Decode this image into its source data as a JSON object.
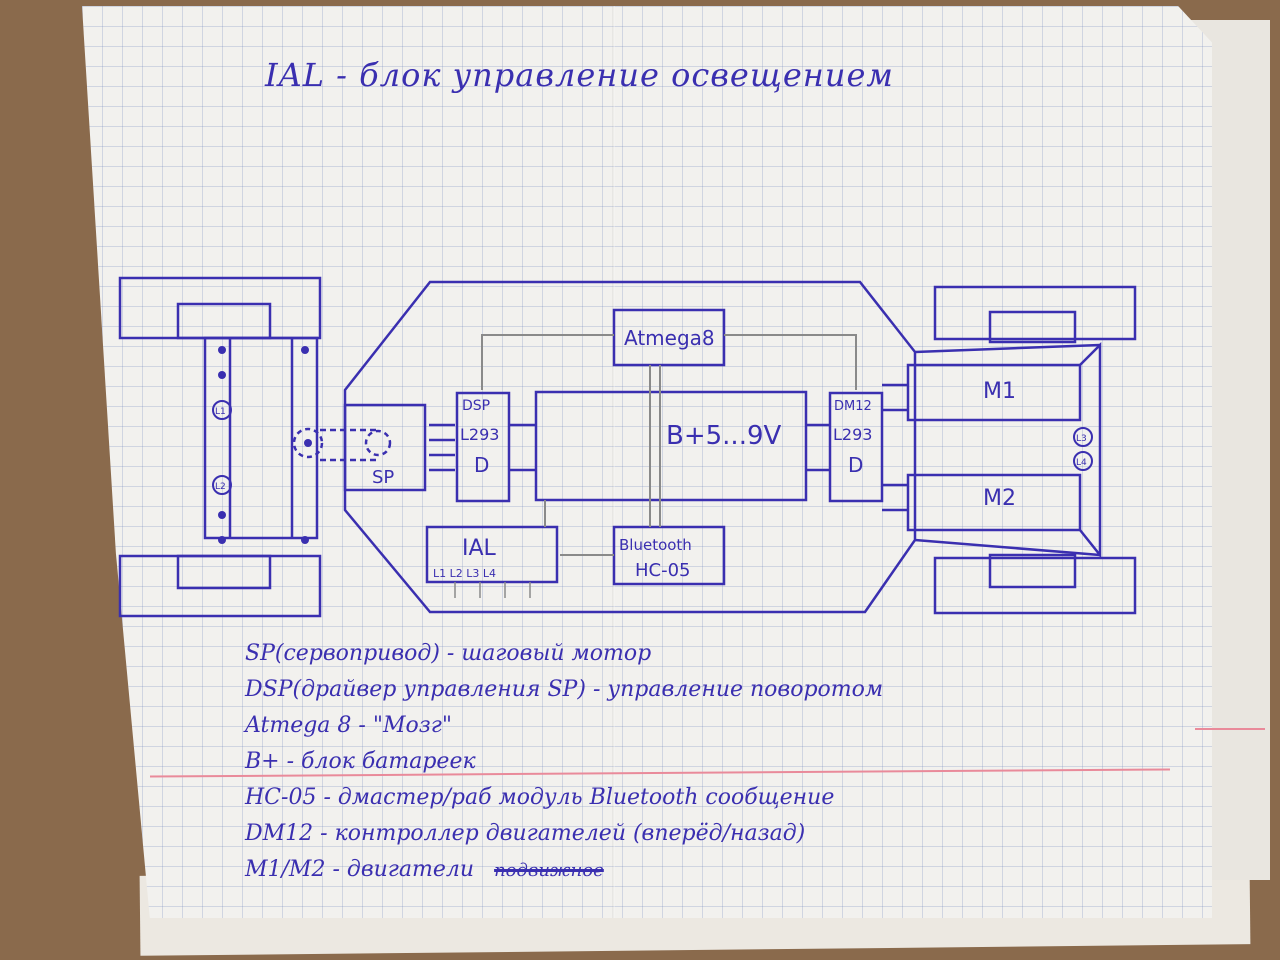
{
  "title": "IAL - блок управление освещением",
  "blocks": {
    "atmega": "Atmega8",
    "power": "B+5...9V",
    "dsp_top": "DSP",
    "dsp_chip": "L293",
    "dsp_bottom": "D",
    "sp": "SP",
    "dm_top": "DM12",
    "dm_chip": "L293",
    "dm_bottom": "D",
    "ial": "IAL",
    "ial_sub": "L1 L2 L3 L4",
    "bt_top": "Bluetooth",
    "bt_bottom": "HC-05",
    "m1": "M1",
    "m2": "M2",
    "left_l1": "L1",
    "left_l2": "L2",
    "right_l3": "L3",
    "right_l4": "L4"
  },
  "legend": [
    "SP(сервопривод) - шаговый мотор",
    "DSP(драйвер управления SP) - управление поворотом",
    "Atmega 8 - \"Мозг\"",
    "B+ - блок батареек",
    "HC-05 - дмастер/раб модуль Bluetooth сообщение",
    "DM12 - контроллер двигателей (вперёд/назад)",
    "M1/M2 - двигатели"
  ],
  "legend_crossed": "подвижное",
  "ink_color": "#3a2fb0"
}
